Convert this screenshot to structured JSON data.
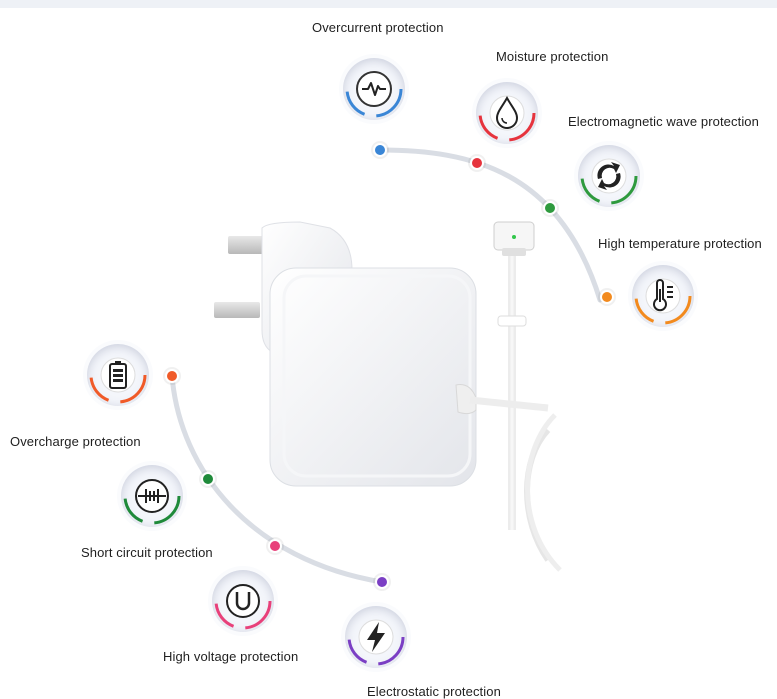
{
  "features": {
    "overcurrent": {
      "label": "Overcurrent protection",
      "color": "#3a86d6",
      "icon": "heartbeat-icon"
    },
    "moisture": {
      "label": "Moisture protection",
      "color": "#e6333d",
      "icon": "water-drop-icon"
    },
    "electromagnetic": {
      "label": "Electromagnetic wave protection",
      "color": "#2e9a3e",
      "icon": "recycle-arrows-icon"
    },
    "high_temperature": {
      "label": "High temperature protection",
      "color": "#f28a1e",
      "icon": "thermometer-icon"
    },
    "overcharge": {
      "label": "Overcharge protection",
      "color": "#f05a28",
      "icon": "battery-icon"
    },
    "short_circuit": {
      "label": "Short circuit protection",
      "color": "#1f8a3a",
      "icon": "circuit-icon"
    },
    "high_voltage": {
      "label": "High voltage protection",
      "color": "#e8407a",
      "icon": "u-symbol-icon"
    },
    "electrostatic": {
      "label": "Electrostatic protection",
      "color": "#7b3fc4",
      "icon": "lightning-bolt-icon"
    }
  }
}
